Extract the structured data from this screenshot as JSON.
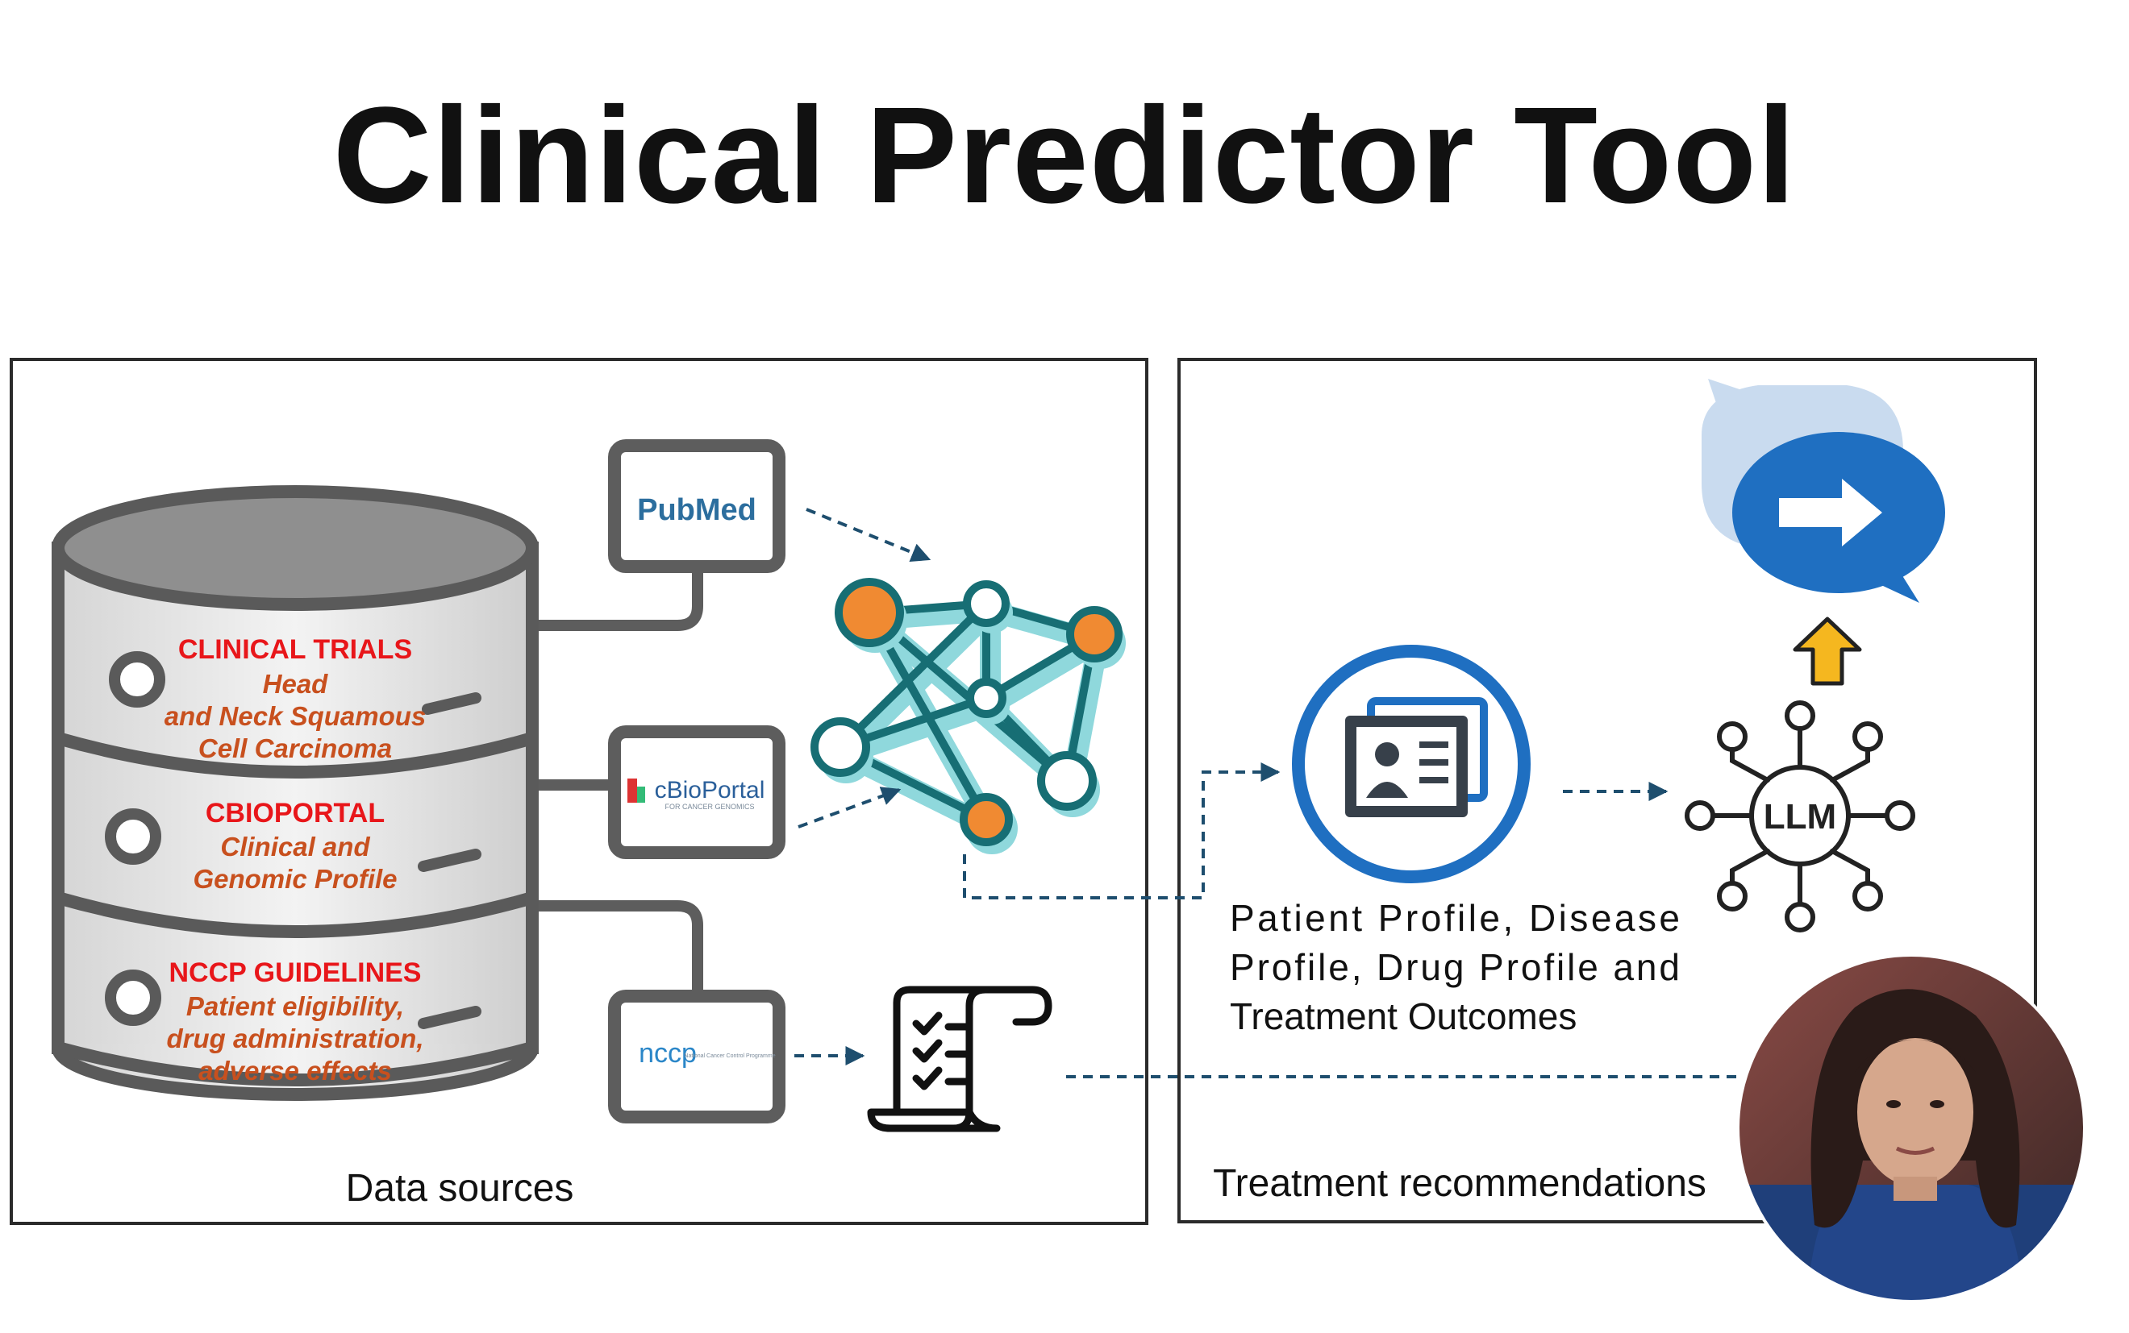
{
  "title": "Clinical Predictor Tool",
  "left_panel": {
    "caption": "Data sources",
    "database_layers": [
      {
        "heading": "CLINICAL TRIALS",
        "lines": [
          "Head",
          "and Neck Squamous",
          "Cell Carcinoma"
        ]
      },
      {
        "heading": "CBIOPORTAL",
        "lines": [
          "Clinical and",
          "Genomic Profile"
        ]
      },
      {
        "heading": "NCCP GUIDELINES",
        "lines": [
          "Patient eligibility,",
          "drug administration,",
          "adverse effects"
        ]
      }
    ],
    "sources": [
      {
        "name": "pubmed",
        "logo_text": "PubMed"
      },
      {
        "name": "cbioportal",
        "logo_text": "cBioPortal",
        "logo_subtext": "FOR CANCER GENOMICS"
      },
      {
        "name": "nccp",
        "logo_text": "nccp",
        "logo_subtext": "National Cancer Control Programme"
      }
    ]
  },
  "right_panel": {
    "caption": "Treatment recommendations",
    "profile_text": [
      "Patient Profile, Disease",
      "Profile, Drug Profile and",
      "Treatment Outcomes"
    ],
    "llm_label": "LLM"
  },
  "colors": {
    "heading_red": "#e8161a",
    "body_orange": "#c8501e",
    "network_teal": "#176e74",
    "network_glow": "#8fd8dc",
    "node_orange": "#f08a32",
    "badge_blue": "#1f6fc1",
    "arrow_yellow": "#f5b71f",
    "dash_blue": "#1e4e6e",
    "cylinder_gray": "#5a5a5a"
  },
  "icons": [
    "database-icon",
    "network-graph-icon",
    "checklist-scroll-icon",
    "profile-card-icon",
    "llm-hub-icon",
    "chat-arrow-icon",
    "up-arrow-icon",
    "presenter-photo"
  ]
}
